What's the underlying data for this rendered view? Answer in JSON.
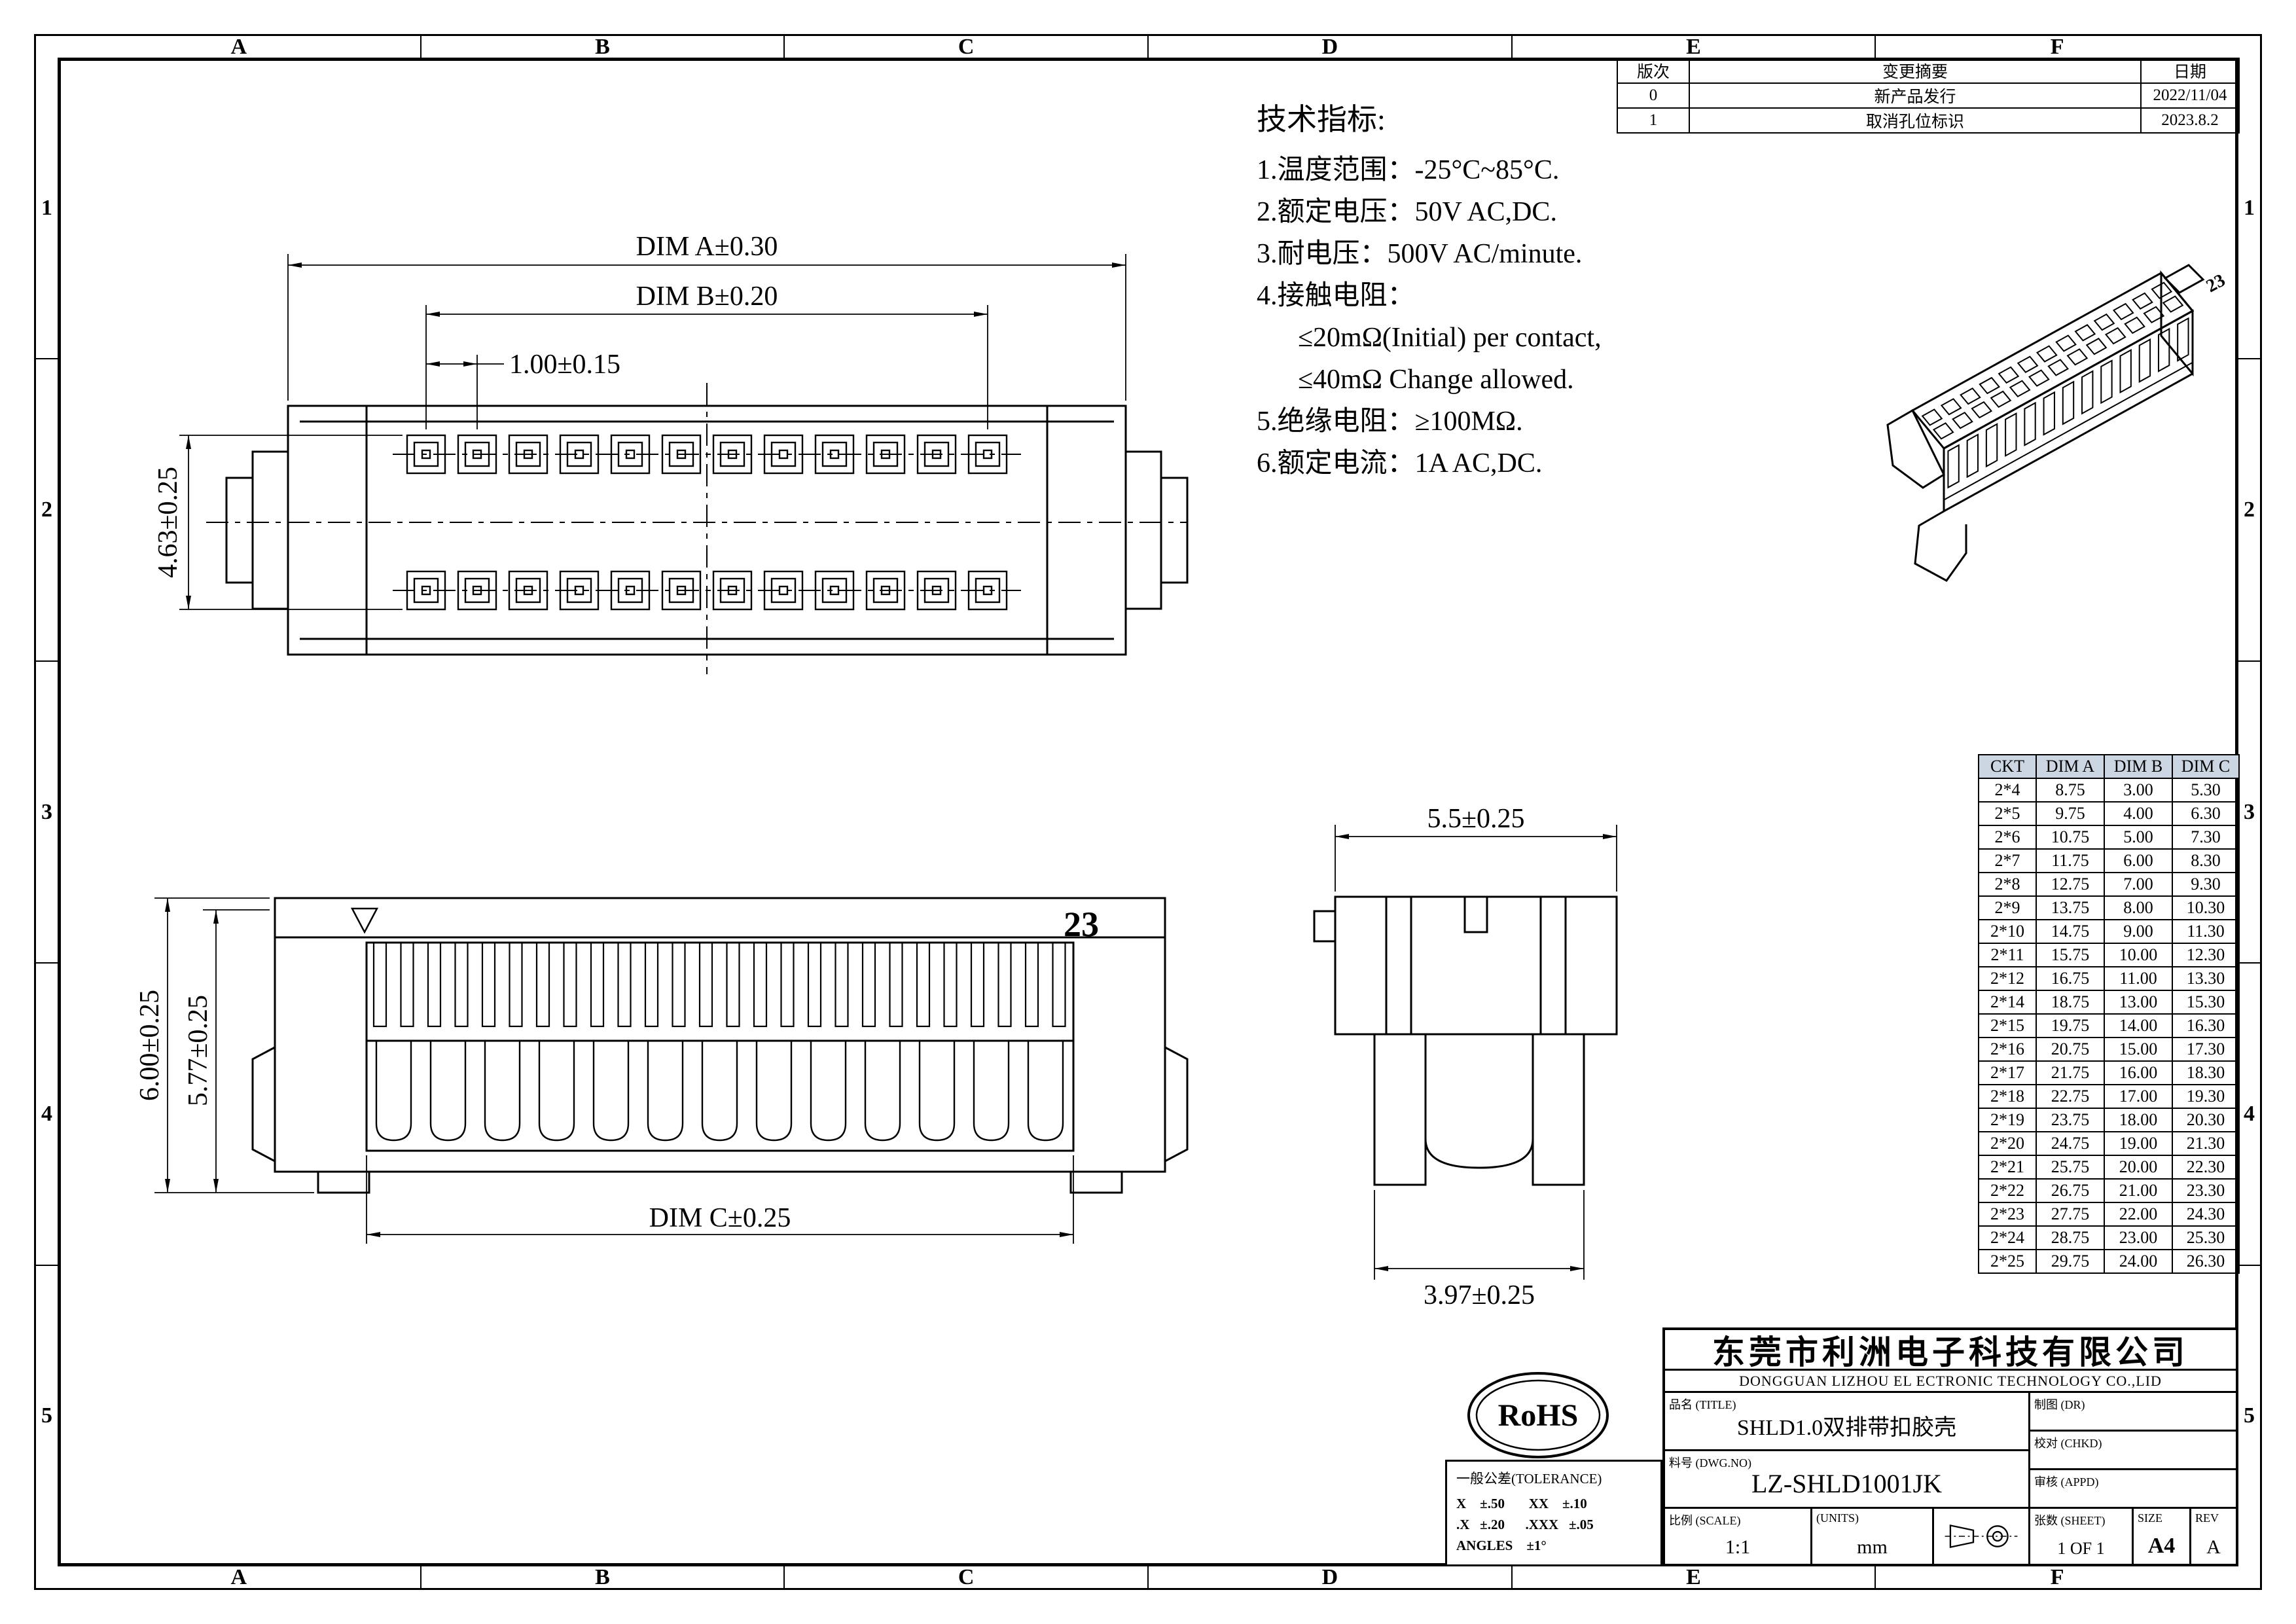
{
  "colors": {
    "line": "#000000",
    "table_header_bg": "#ccd6e3"
  },
  "grid": {
    "cols": [
      "A",
      "B",
      "C",
      "D",
      "E",
      "F"
    ],
    "rows": [
      "1",
      "2",
      "3",
      "4",
      "5"
    ]
  },
  "revision_table": {
    "headers": [
      "版次",
      "变更摘要",
      "日期"
    ],
    "rows": [
      [
        "0",
        "新产品发行",
        "2022/11/04"
      ],
      [
        "1",
        "取消孔位标识",
        "2023.8.2"
      ]
    ]
  },
  "tech_specs": {
    "title": "技术指标:",
    "lines": [
      "1.温度范围：-25°C~85°C.",
      "2.额定电压：50V AC,DC.",
      "3.耐电压：500V AC/minute.",
      "4.接触电阻：",
      "      ≤20mΩ(Initial) per contact,",
      "      ≤40mΩ Change allowed.",
      "5.绝缘电阻：≥100MΩ.",
      "6.额定电流：1A AC,DC."
    ]
  },
  "dims": {
    "top_view": {
      "dim_a": "DIM A±0.30",
      "dim_b": "DIM B±0.20",
      "pitch": "1.00±0.15",
      "height": "4.63±0.25"
    },
    "front_view": {
      "total_height": "6.00±0.25",
      "inner_height": "5.77±0.25",
      "dim_c": "DIM C±0.25",
      "marking": "23"
    },
    "side_view": {
      "width": "5.5±0.25",
      "leg_width": "3.97±0.25"
    },
    "iso_marking": "23"
  },
  "size_table": {
    "type": "table",
    "columns": [
      "CKT",
      "DIM A",
      "DIM B",
      "DIM C"
    ],
    "rows": [
      [
        "2*4",
        "8.75",
        "3.00",
        "5.30"
      ],
      [
        "2*5",
        "9.75",
        "4.00",
        "6.30"
      ],
      [
        "2*6",
        "10.75",
        "5.00",
        "7.30"
      ],
      [
        "2*7",
        "11.75",
        "6.00",
        "8.30"
      ],
      [
        "2*8",
        "12.75",
        "7.00",
        "9.30"
      ],
      [
        "2*9",
        "13.75",
        "8.00",
        "10.30"
      ],
      [
        "2*10",
        "14.75",
        "9.00",
        "11.30"
      ],
      [
        "2*11",
        "15.75",
        "10.00",
        "12.30"
      ],
      [
        "2*12",
        "16.75",
        "11.00",
        "13.30"
      ],
      [
        "2*14",
        "18.75",
        "13.00",
        "15.30"
      ],
      [
        "2*15",
        "19.75",
        "14.00",
        "16.30"
      ],
      [
        "2*16",
        "20.75",
        "15.00",
        "17.30"
      ],
      [
        "2*17",
        "21.75",
        "16.00",
        "18.30"
      ],
      [
        "2*18",
        "22.75",
        "17.00",
        "19.30"
      ],
      [
        "2*19",
        "23.75",
        "18.00",
        "20.30"
      ],
      [
        "2*20",
        "24.75",
        "19.00",
        "21.30"
      ],
      [
        "2*21",
        "25.75",
        "20.00",
        "22.30"
      ],
      [
        "2*22",
        "26.75",
        "21.00",
        "23.30"
      ],
      [
        "2*23",
        "27.75",
        "22.00",
        "24.30"
      ],
      [
        "2*24",
        "28.75",
        "23.00",
        "25.30"
      ],
      [
        "2*25",
        "29.75",
        "24.00",
        "26.30"
      ]
    ]
  },
  "title_block": {
    "company_cn": "东莞市利洲电子科技有限公司",
    "company_en": "DONGGUAN LIZHOU EL ECTRONIC TECHNOLOGY CO.,LID",
    "title_label": "品名 (TITLE)",
    "title_value": "SHLD1.0双排带扣胶壳",
    "dwg_label": "料号 (DWG.NO)",
    "dwg_value": "LZ-SHLD1001JK",
    "dr_label": "制图 (DR)",
    "chkd_label": "校对 (CHKD)",
    "appd_label": "审核 (APPD)",
    "scale_label": "比例 (SCALE)",
    "scale_value": "1:1",
    "units_label": "(UNITS)",
    "units_value": "mm",
    "sheet_label": "张数 (SHEET)",
    "sheet_value": "1 OF 1",
    "size_label": "SIZE",
    "size_value": "A4",
    "rev_label": "REV",
    "rev_value": "A"
  },
  "tolerance": {
    "title": "一般公差(TOLERANCE)",
    "lines": [
      "X    ±.50       XX    ±.10",
      ".X   ±.20      .XXX   ±.05",
      "ANGLES    ±1°"
    ]
  },
  "rohs_label": "RoHS"
}
